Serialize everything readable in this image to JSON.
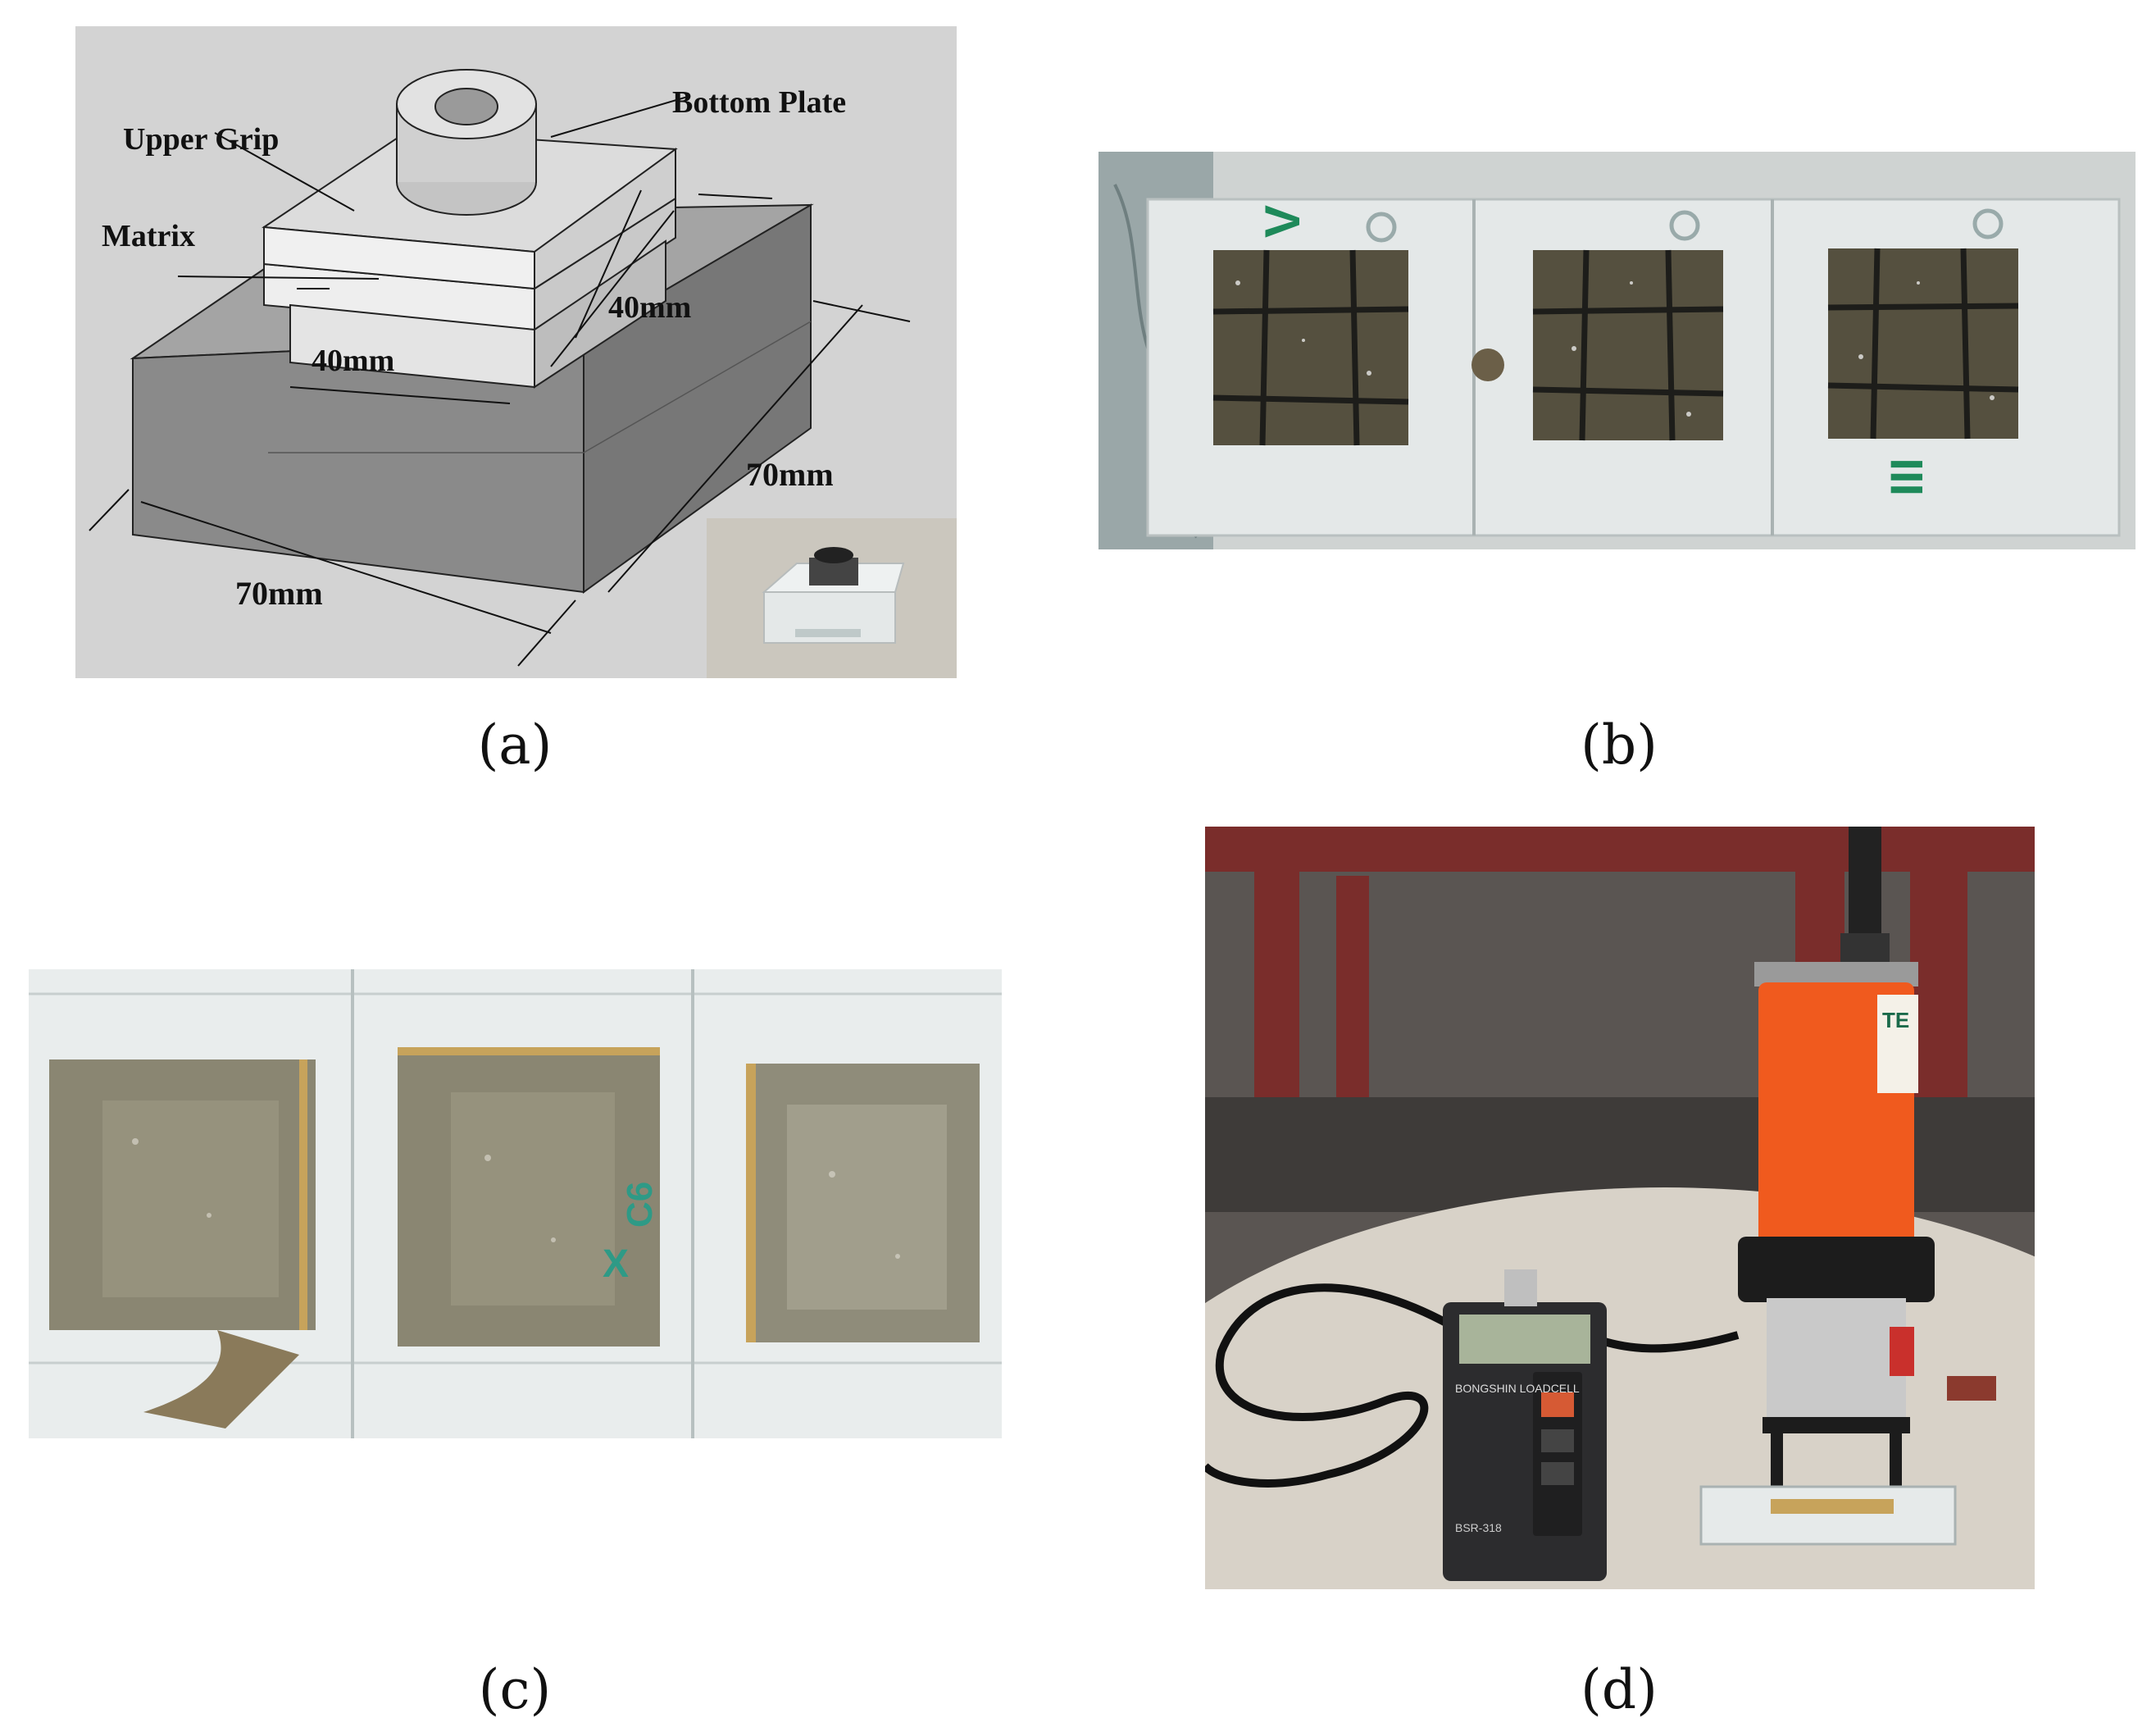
{
  "panels": {
    "a": {
      "caption": "(a)",
      "labels": {
        "upper_grip": "Upper Grip",
        "bottom_plate": "Bottom Plate",
        "matrix": "Matrix",
        "dim_40_right": "40mm",
        "dim_40_front": "40mm",
        "dim_70_right": "70mm",
        "dim_70_front": "70mm"
      }
    },
    "b": {
      "caption": "(b)",
      "marks": [
        "V",
        "III"
      ]
    },
    "c": {
      "caption": "(c)",
      "marks": [
        "C6",
        "X"
      ]
    },
    "d": {
      "caption": "(d)",
      "meter_brand": "BONGSHIN LOADCELL",
      "meter_model": "BSR-318",
      "jack_tag": "TE"
    }
  },
  "colors": {
    "diagram_bg": "#d3d3d3",
    "specimen_gray": "#8d8d8d",
    "jack_orange": "#f05a1e",
    "floor": "#d8d2c8",
    "frame_red": "#7a2d2b",
    "acrylic": "#e9eded",
    "mortar_dark": "#55503f",
    "mortar_light": "#8a8672"
  }
}
